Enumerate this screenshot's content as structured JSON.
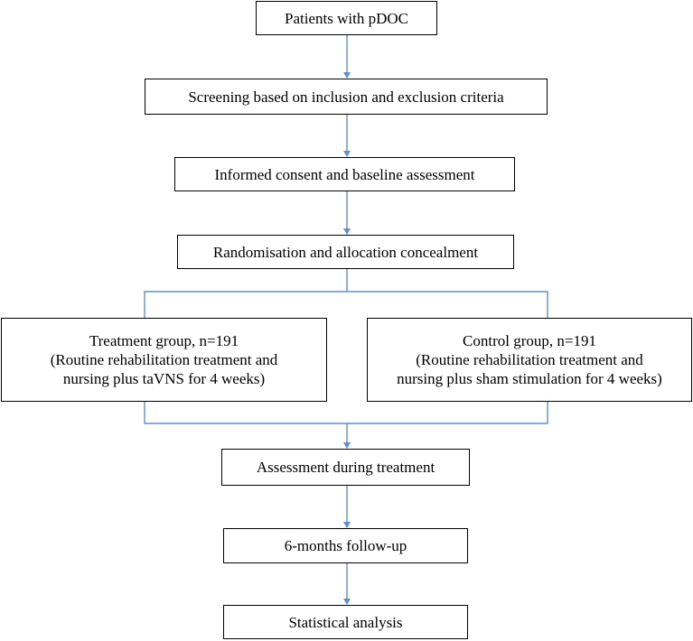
{
  "colors": {
    "connector": "#5b8fd6",
    "border": "#000000",
    "text": "#000000"
  },
  "boxes": {
    "patients": [
      "Patients with pDOC"
    ],
    "screening": [
      "Screening based on inclusion and exclusion criteria"
    ],
    "consent": [
      "Informed consent and baseline assessment"
    ],
    "randomisation": [
      "Randomisation and allocation concealment"
    ],
    "treatment_group": [
      "Treatment group, n=191",
      "(Routine rehabilitation treatment and",
      "nursing plus taVNS for 4 weeks)"
    ],
    "control_group": [
      "Control group, n=191",
      "(Routine rehabilitation treatment and",
      "nursing plus sham stimulation for 4 weeks)"
    ],
    "assessment": [
      "Assessment during treatment"
    ],
    "followup": [
      "6-months follow-up"
    ],
    "analysis": [
      "Statistical analysis"
    ]
  }
}
